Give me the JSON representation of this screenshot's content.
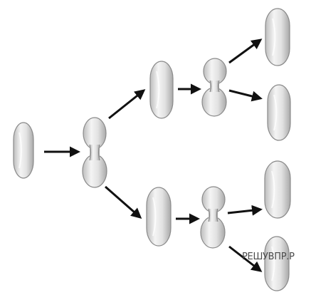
{
  "diagram": {
    "title": "",
    "description": "",
    "stages": [
      {
        "name": "parent-cell",
        "state": "single"
      },
      {
        "name": "first-division",
        "state": "dividing"
      },
      {
        "name": "daughter-cells",
        "state": "single"
      },
      {
        "name": "second-division",
        "state": "dividing"
      },
      {
        "name": "granddaughter-cells",
        "state": "single"
      }
    ],
    "colors": {
      "cell_fill": "#e4e4e4",
      "cell_stroke": "#8a8a8a",
      "cell_highlight": "#f7f7f7",
      "cell_shadow": "#bdbdbd",
      "arrow": "#111111"
    }
  },
  "watermark": {
    "text": "РЕШУВПР.Р"
  }
}
